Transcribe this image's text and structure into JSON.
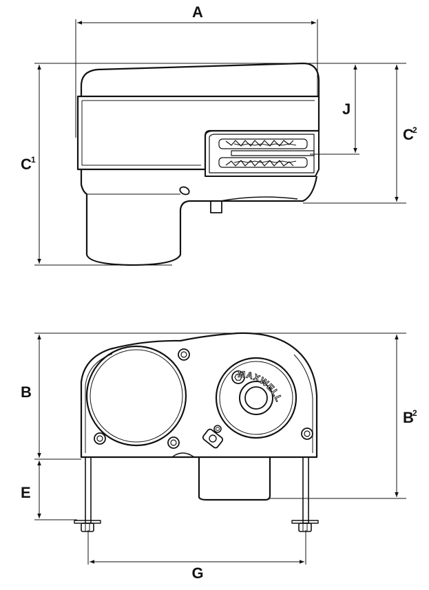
{
  "labels": {
    "A": "A",
    "C1": "C",
    "C1_sup": "1",
    "C2": "C",
    "C2_sup": "2",
    "J": "J",
    "B": "B",
    "B2": "B",
    "B2_sup": "2",
    "E": "E",
    "G": "G"
  },
  "brand_text": "MAXWELL"
}
